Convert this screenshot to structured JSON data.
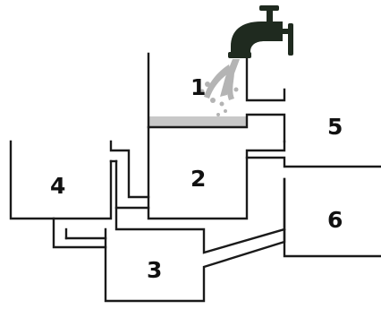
{
  "labels": {
    "container_1": "1",
    "container_2": "2",
    "container_3": "3",
    "container_4": "4",
    "container_5": "5",
    "container_6": "6"
  },
  "colors": {
    "outline": "#1a1a1a",
    "water_fill": "#c8c8c8",
    "water_stream": "#b4b4b4",
    "faucet": "#1f2a1f"
  },
  "icons": {
    "faucet": "faucet-icon",
    "water_stream": "water-stream-icon"
  },
  "water_level": {
    "container_1": 0.15
  }
}
